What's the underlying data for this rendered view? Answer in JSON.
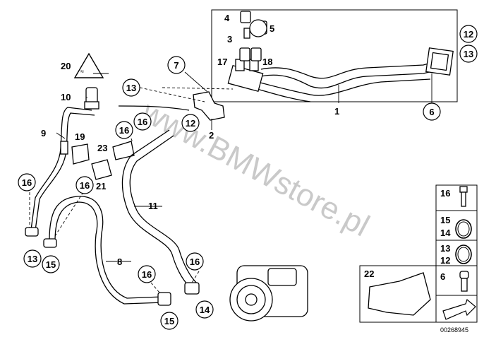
{
  "watermark": "www.BMWstore.pl",
  "diagram_id": "00268945",
  "callouts": {
    "c1": "1",
    "c2": "2",
    "c3": "3",
    "c4": "4",
    "c5": "5",
    "c6": "6",
    "c7": "7",
    "c8": "8",
    "c9": "9",
    "c10": "10",
    "c11": "11",
    "c12a": "12",
    "c12b": "12",
    "c13a": "13",
    "c13b": "13",
    "c13c": "13",
    "c14": "14",
    "c15a": "15",
    "c15b": "15",
    "c16a": "16",
    "c16b": "16",
    "c16c": "16",
    "c16d": "16",
    "c16e": "16",
    "c16f": "16",
    "c17": "17",
    "c18": "18",
    "c19": "19",
    "c20": "20",
    "c21": "21",
    "c22": "22",
    "c23": "23"
  },
  "legend": {
    "row1": "16",
    "row2a": "15",
    "row2b": "14",
    "row3a": "13",
    "row3b": "12",
    "row4": "6",
    "row5": "22"
  }
}
